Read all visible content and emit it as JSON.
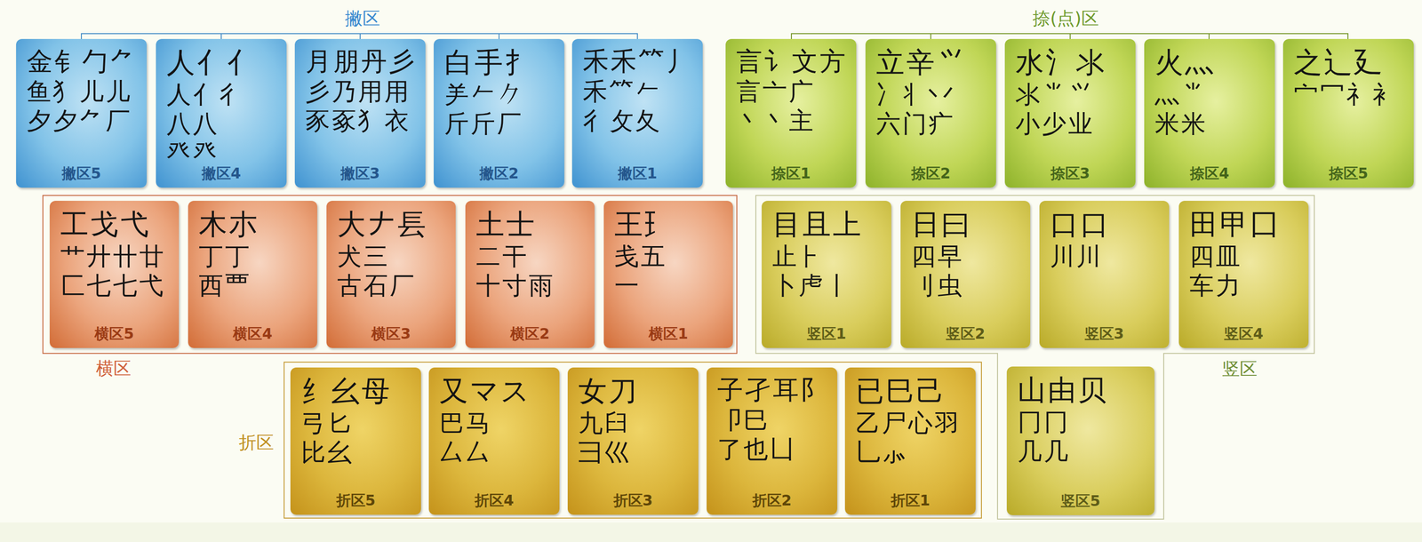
{
  "diagram": {
    "nodes": [
      {
        "text": [
          "金钅勹⺈",
          "鱼犭儿儿",
          "夕夕⺈厂",
          "撇区5"
        ]
      },
      {
        "text": [
          "人亻亻",
          "人亻彳",
          "八八",
          "癶癶",
          "撇区4"
        ]
      },
      {
        "text": [
          "月朋丹彡",
          "彡乃用用",
          "豕豖犭衣",
          "撇区3"
        ]
      },
      {
        "text": [
          "白手扌",
          "⺶𠂉𠂊",
          "斤斤厂",
          "撇区2"
        ]
      },
      {
        "text": [
          "禾禾⺮丿",
          "禾⺮𠂉",
          "彳攵夂",
          "撇区1"
        ]
      },
      {
        "text": [
          "言讠文方",
          "言亠广",
          "丶丶主",
          "捺区1"
        ]
      },
      {
        "text": [
          "立辛⺍",
          "冫丬丷",
          "六门疒",
          "捺区2"
        ]
      },
      {
        "text": [
          "水氵氺",
          "氺⺌⺍",
          "小少业",
          "捺区3"
        ]
      },
      {
        "text": [
          "火灬",
          "灬⺌",
          "米米",
          "捺区4"
        ]
      },
      {
        "text": [
          "之辶廴",
          "宀冖礻衤",
          "捺区5"
        ]
      },
      {
        "text": [
          "横区"
        ]
      },
      {
        "text": [
          "工戈弋",
          "艹廾卄廿",
          "匚七七弋",
          "横区5"
        ],
        "in": 10
      },
      {
        "text": [
          "木朩",
          "丁丁",
          "西覀",
          "横区4"
        ],
        "in": 10
      },
      {
        "text": [
          "大𠂇镸",
          "犬三",
          "古石厂",
          "横区3"
        ],
        "in": 10
      },
      {
        "text": [
          "土士",
          "二干",
          "十寸雨",
          "横区2"
        ],
        "in": 10
      },
      {
        "text": [
          "王⺩",
          "戋五",
          "一",
          "横区1"
        ],
        "in": 10
      },
      {
        "text": [
          "竖区"
        ]
      },
      {
        "text": [
          "目且上",
          "止⺊",
          "卜虍丨",
          "竖区1"
        ],
        "in": 16
      },
      {
        "text": [
          "日曰",
          "四早",
          "刂虫",
          "竖区2"
        ],
        "in": 16
      },
      {
        "text": [
          "口口",
          "川川",
          "竖区3"
        ],
        "in": 16
      },
      {
        "text": [
          "田甲囗",
          "四皿",
          "车力",
          "竖区4"
        ],
        "in": 16
      },
      {
        "text": [
          "山由贝",
          "冂冂",
          "几几",
          "竖区5"
        ],
        "in": 16
      },
      {
        "text": [
          "折区"
        ]
      },
      {
        "text": [
          "纟幺母",
          "弓匕",
          "比幺",
          "折区5"
        ],
        "in": 22
      },
      {
        "text": [
          "又マス",
          "巴马",
          "厶厶",
          "折区4"
        ],
        "in": 22
      },
      {
        "text": [
          "女刀",
          "九臼",
          "彐巛",
          "折区3"
        ],
        "in": 22
      },
      {
        "text": [
          "子孑耳阝",
          "卩巳",
          "了也凵",
          "折区2"
        ],
        "in": 22
      },
      {
        "text": [
          "已巳己",
          "乙尸心羽",
          "乚⺗",
          "折区1"
        ],
        "in": 22
      }
    ],
    "labels": [
      "撇区",
      "捺(点)区"
    ]
  }
}
